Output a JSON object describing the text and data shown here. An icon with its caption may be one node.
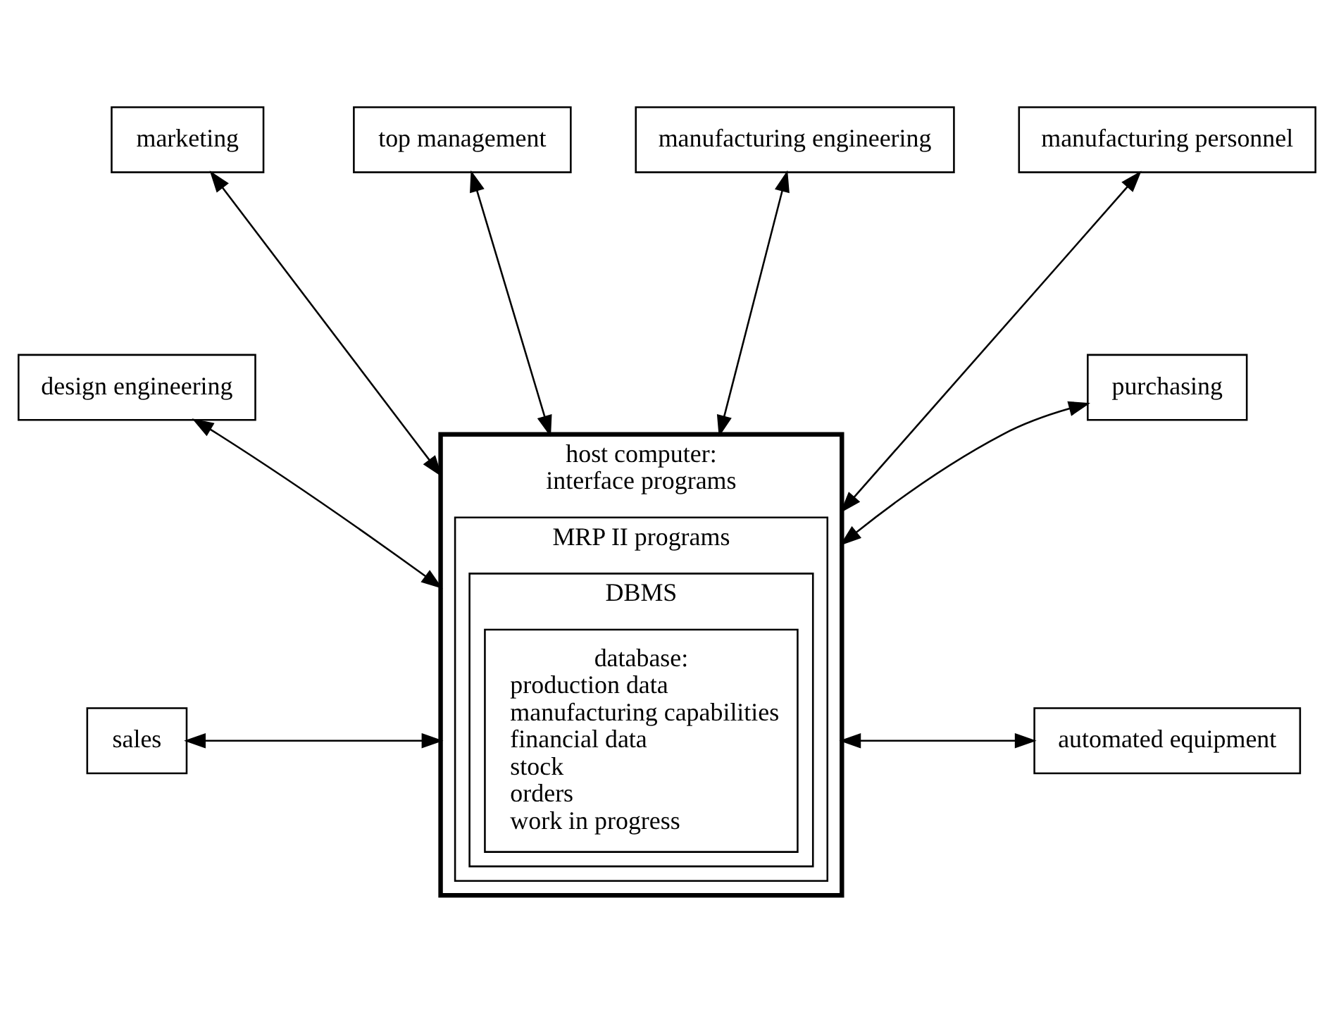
{
  "diagram": {
    "nodes": [
      {
        "text": [
          "marketing"
        ]
      },
      {
        "text": [
          "top management"
        ]
      },
      {
        "text": [
          "manufacturing engineering"
        ]
      },
      {
        "text": [
          "manufacturing personnel"
        ]
      },
      {
        "text": [
          "host computer:",
          "interface programs"
        ]
      },
      {
        "text": [
          "MRP II programs"
        ],
        "in": 4
      },
      {
        "text": [
          "DBMS"
        ],
        "in": 5
      },
      {
        "text": [
          "database:",
          "production data",
          "manufacturing capabilities",
          "financial data",
          "stock",
          "orders",
          "work in progress"
        ],
        "in": 6
      },
      {
        "text": [
          "design engineering"
        ]
      },
      {
        "text": [
          "purchasing"
        ]
      },
      {
        "text": [
          "sales"
        ]
      },
      {
        "text": [
          "automated equipment"
        ]
      }
    ],
    "edges": [
      {
        "from": 0,
        "to": 4,
        "arrow": "both"
      },
      {
        "from": 1,
        "to": 4,
        "arrow": "both"
      },
      {
        "from": 2,
        "to": 4,
        "arrow": "both"
      },
      {
        "from": 3,
        "to": 4,
        "arrow": "both"
      },
      {
        "from": 8,
        "to": 4,
        "arrow": "both"
      },
      {
        "from": 9,
        "to": 4,
        "arrow": "both"
      },
      {
        "from": 10,
        "to": 4,
        "arrow": "both"
      },
      {
        "from": 11,
        "to": 4,
        "arrow": "both"
      }
    ]
  }
}
